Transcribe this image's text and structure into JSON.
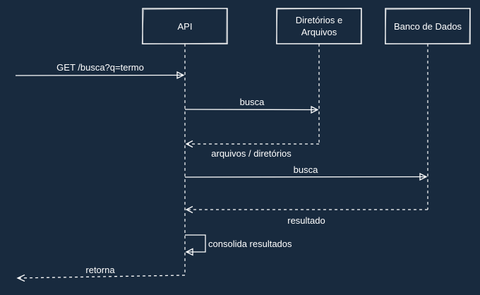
{
  "colors": {
    "background": "#182a3e",
    "stroke": "#ffffff",
    "text": "#ffffff"
  },
  "participants": [
    {
      "id": "api",
      "lines": [
        "API"
      ]
    },
    {
      "id": "files",
      "lines": [
        "Diretórios e",
        "Arquivos"
      ]
    },
    {
      "id": "db",
      "lines": [
        "Banco de Dados"
      ]
    }
  ],
  "messages": [
    {
      "id": "request",
      "label": "GET /busca?q=termo",
      "from": "external",
      "to": "api",
      "style": "solid"
    },
    {
      "id": "search-files",
      "label": "busca",
      "from": "api",
      "to": "files",
      "style": "solid"
    },
    {
      "id": "files-reply",
      "label": "arquivos / diretórios",
      "from": "files",
      "to": "api",
      "style": "dashed"
    },
    {
      "id": "search-db",
      "label": "busca",
      "from": "api",
      "to": "db",
      "style": "solid"
    },
    {
      "id": "db-reply",
      "label": "resultado",
      "from": "db",
      "to": "api",
      "style": "dashed"
    },
    {
      "id": "consolidate",
      "label": "consolida resultados",
      "from": "api",
      "to": "api",
      "style": "self"
    },
    {
      "id": "response",
      "label": "retorna",
      "from": "api",
      "to": "external",
      "style": "dashed"
    }
  ]
}
